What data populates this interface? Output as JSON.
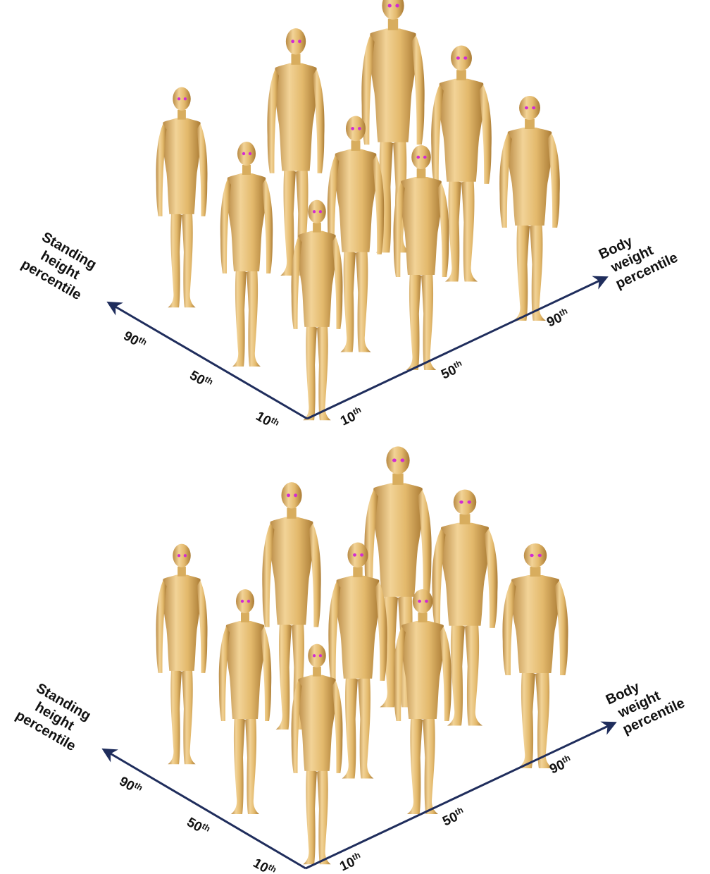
{
  "panels": [
    {
      "id": "male",
      "height_axis_label": [
        "Standing",
        "height",
        "percentile"
      ],
      "weight_axis_label": [
        "Body",
        "weight",
        "percentile"
      ],
      "height_ticks": [
        {
          "num": "10",
          "sup": "th"
        },
        {
          "num": "50",
          "sup": "th"
        },
        {
          "num": "90",
          "sup": "th"
        }
      ],
      "weight_ticks": [
        {
          "num": "10",
          "sup": "th"
        },
        {
          "num": "50",
          "sup": "th"
        },
        {
          "num": "90",
          "sup": "th"
        }
      ]
    },
    {
      "id": "female",
      "height_axis_label": [
        "Standing",
        "height",
        "percentile"
      ],
      "weight_axis_label": [
        "Body",
        "weight",
        "percentile"
      ],
      "height_ticks": [
        {
          "num": "10",
          "sup": "th"
        },
        {
          "num": "50",
          "sup": "th"
        },
        {
          "num": "90",
          "sup": "th"
        }
      ],
      "weight_ticks": [
        {
          "num": "10",
          "sup": "th"
        },
        {
          "num": "50",
          "sup": "th"
        },
        {
          "num": "90",
          "sup": "th"
        }
      ]
    }
  ],
  "colors": {
    "axis": "#1f2d5c",
    "skin_light": "#efcf8e",
    "skin_mid": "#d9ac5c",
    "skin_dark": "#a97a34",
    "eye": "#d22bd2"
  }
}
